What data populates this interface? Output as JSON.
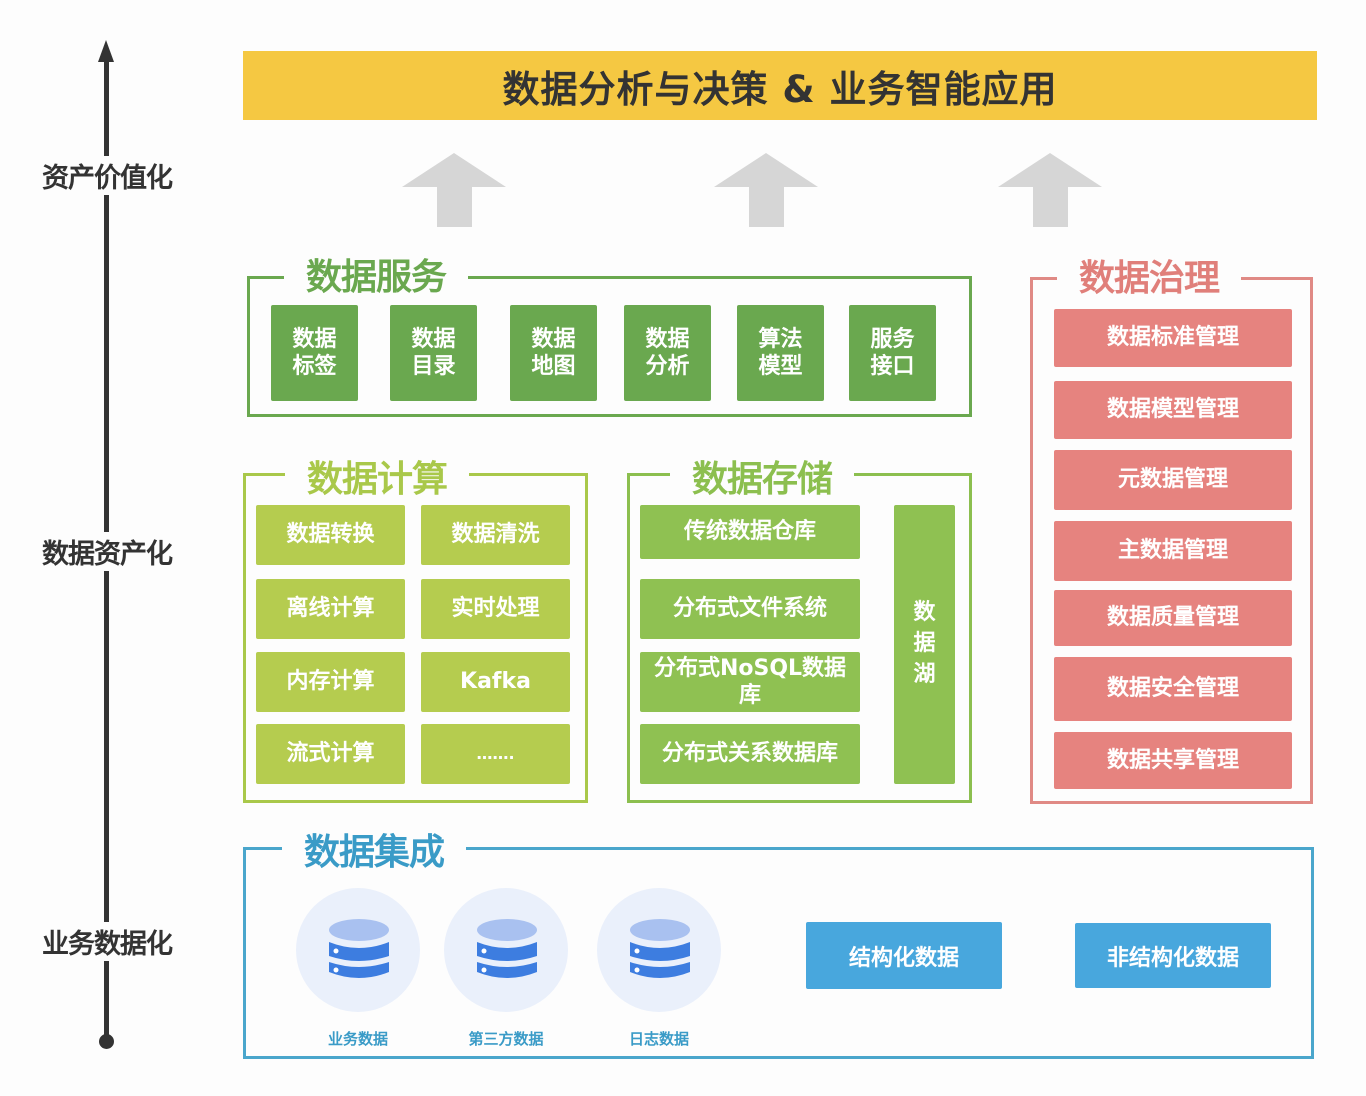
{
  "axis": {
    "labels": [
      "资产价值化",
      "数据资产化",
      "业务数据化"
    ]
  },
  "banner": {
    "title": "数据分析与决策 & 业务智能应用"
  },
  "arrows": [
    "up-arrow",
    "up-arrow",
    "up-arrow"
  ],
  "services": {
    "title": "数据服务",
    "items": [
      {
        "line1": "数据",
        "line2": "标签"
      },
      {
        "line1": "数据",
        "line2": "目录"
      },
      {
        "line1": "数据",
        "line2": "地图"
      },
      {
        "line1": "数据",
        "line2": "分析"
      },
      {
        "line1": "算法",
        "line2": "模型"
      },
      {
        "line1": "服务",
        "line2": "接口"
      }
    ]
  },
  "compute": {
    "title": "数据计算",
    "items": [
      "数据转换",
      "数据清洗",
      "离线计算",
      "实时处理",
      "内存计算",
      "Kafka",
      "流式计算",
      "……."
    ]
  },
  "storage": {
    "title": "数据存储",
    "items": [
      "传统数据仓库",
      "分布式文件系统",
      "分布式NoSQL数据库",
      "分布式关系数据库"
    ],
    "lake": [
      "数",
      "据",
      "湖"
    ]
  },
  "governance": {
    "title": "数据治理",
    "items": [
      "数据标准管理",
      "数据模型管理",
      "元数据管理",
      "主数据管理",
      "数据质量管理",
      "数据安全管理",
      "数据共享管理"
    ]
  },
  "integration": {
    "title": "数据集成",
    "sources": [
      {
        "label": "业务数据",
        "icon": "database-icon"
      },
      {
        "label": "第三方数据",
        "icon": "database-icon"
      },
      {
        "label": "日志数据",
        "icon": "database-icon"
      }
    ],
    "types": [
      "结构化数据",
      "非结构化数据"
    ]
  },
  "colors": {
    "banner": "#f5c842",
    "services": "#6aa84f",
    "compute": "#b5cc4f",
    "storage": "#8fc152",
    "governance": "#e6837f",
    "integration": "#48a7dd",
    "database_light": "#a9c1f0",
    "database_dark": "#3d7de0"
  }
}
